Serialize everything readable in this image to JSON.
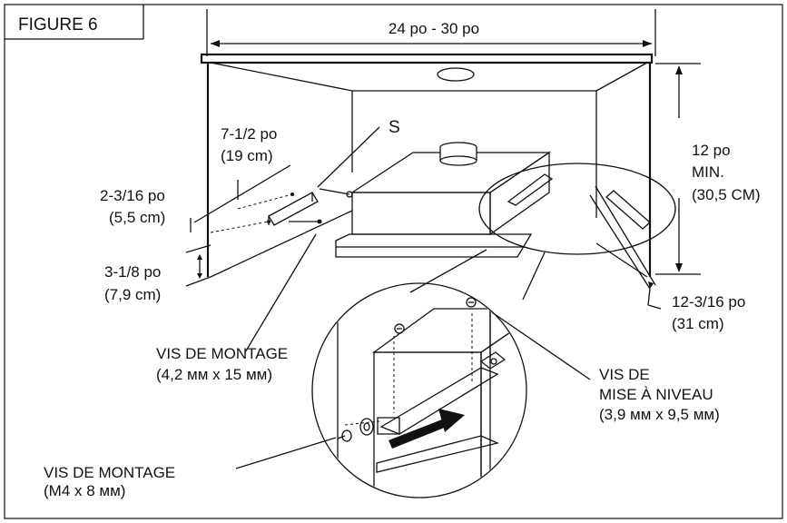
{
  "figure_label": "FIGURE 6",
  "dimensions": {
    "width": "24 po  - 30 po",
    "height_line1": "12 po",
    "height_line2": "MIN.",
    "height_line3": "(30,5 CM)",
    "side_offset_line1": "7-1/2 po",
    "side_offset_line2": "(19 cm)",
    "bracket_spacing_line1": "2-3/16 po",
    "bracket_spacing_line2": "(5,5 cm)",
    "bottom_offset_line1": "3-1/8 po",
    "bottom_offset_line2": "(7,9 cm)",
    "right_bracket_line1": "12-3/16 po",
    "right_bracket_line2": "(31 cm)"
  },
  "callouts": {
    "s_marker": "S",
    "mounting_screw_a_line1": "VIS DE MONTAGE",
    "mounting_screw_a_line2": "(4,2 мм x 15 мм)",
    "leveling_screw_line1": "VIS DE",
    "leveling_screw_line2": "MISE À NIVEAU",
    "leveling_screw_line3": "(3,9 мм x 9,5 мм)",
    "mounting_screw_b_line1": "VIS DE MONTAGE",
    "mounting_screw_b_line2": "(M4 x 8 мм)"
  }
}
